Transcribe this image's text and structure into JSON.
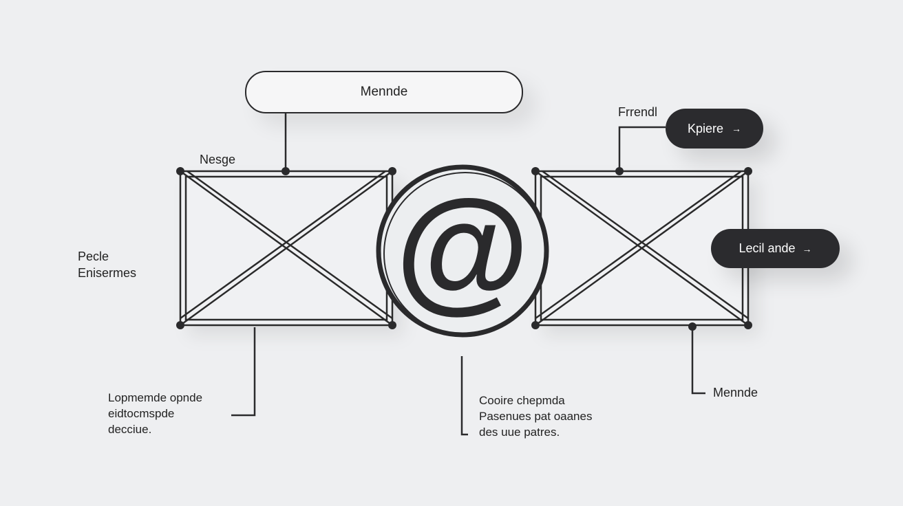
{
  "top_box": {
    "label": "Mennde"
  },
  "labels": {
    "left_top": "Nesge",
    "right_top": "Frrendl",
    "left_side": [
      "Pecle",
      "Enisermes"
    ],
    "bottom_right": "Mennde"
  },
  "pills": {
    "kpiere": {
      "label": "Kpiere",
      "arrow": "→"
    },
    "lecil": {
      "label": "Lecil ande",
      "arrow": "→"
    }
  },
  "center_symbol": "@",
  "captions": {
    "left": [
      "Lopmemde opnde",
      "eidtocmspde",
      "decciue."
    ],
    "center": [
      "Cooire chepmda",
      "Pasenues pat oaanes",
      "des uue patres."
    ]
  },
  "colors": {
    "ink": "#2a2a2c",
    "background": "#eeeff1",
    "pill": "#2b2b2e"
  }
}
